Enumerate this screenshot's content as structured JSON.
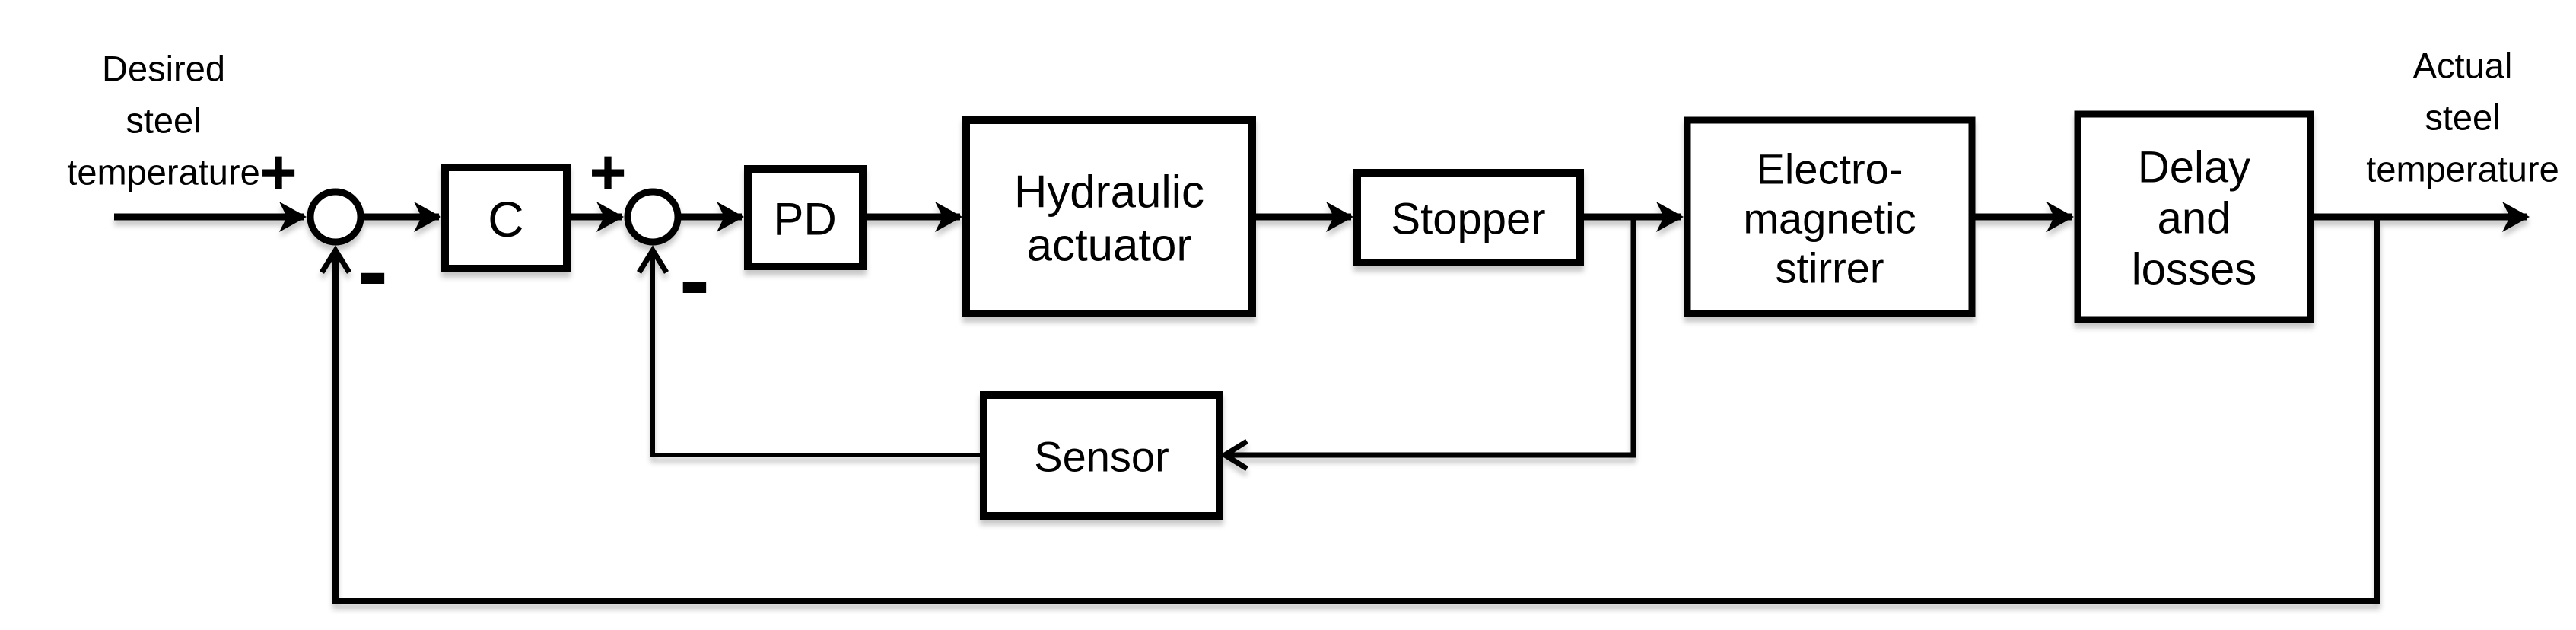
{
  "diagram": {
    "source_label": {
      "lines": [
        "Desired",
        "steel",
        "temperature"
      ]
    },
    "output_label": {
      "lines": [
        "Actual",
        "steel",
        "temperature"
      ]
    },
    "summing_junctions": [
      {
        "plus": "+",
        "minus": "-"
      },
      {
        "plus": "+",
        "minus": "-"
      }
    ],
    "blocks": [
      {
        "id": "controller",
        "label": "C"
      },
      {
        "id": "pd-controller",
        "label": "PD"
      },
      {
        "id": "hydraulic-actuator",
        "lines": [
          "Hydraulic",
          "actuator"
        ]
      },
      {
        "id": "stopper",
        "label": "Stopper"
      },
      {
        "id": "electromagnetic-stirrer",
        "lines": [
          "Electro-",
          "magnetic",
          "stirrer"
        ]
      },
      {
        "id": "delay-and-losses",
        "lines": [
          "Delay",
          "and",
          "losses"
        ]
      },
      {
        "id": "sensor",
        "label": "Sensor"
      }
    ],
    "colors": {
      "stroke": "#000000",
      "text": "#000000",
      "background": "#ffffff"
    }
  }
}
